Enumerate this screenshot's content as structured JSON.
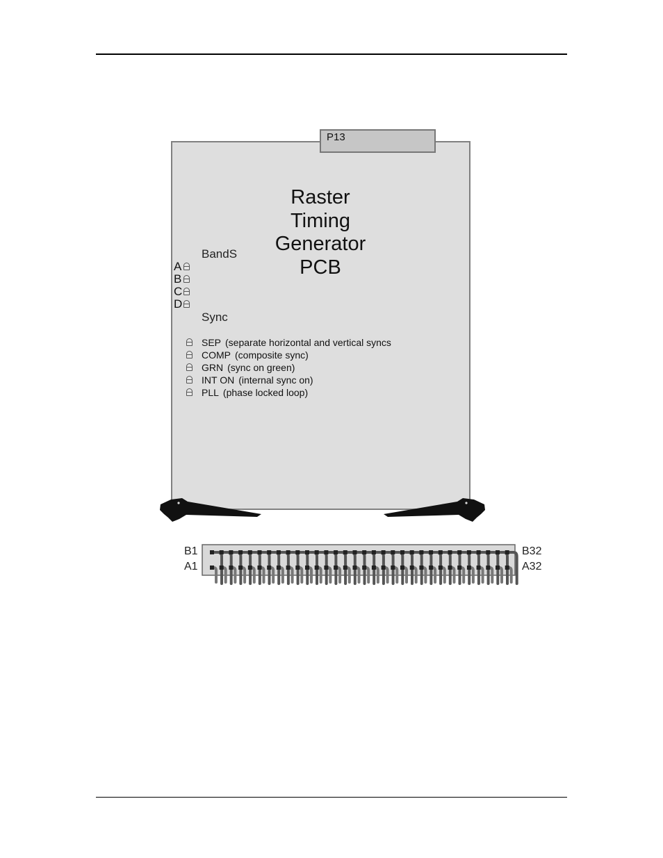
{
  "connector_tab": {
    "label": "P13"
  },
  "title_lines": [
    "Raster",
    "Timing",
    "Generator",
    "PCB"
  ],
  "bands": {
    "heading": "BandS",
    "items": [
      "A",
      "B",
      "C",
      "D"
    ]
  },
  "sync": {
    "heading": "Sync",
    "items": [
      {
        "code": "SEP",
        "desc": "(separate horizontal and vertical syncs"
      },
      {
        "code": "COMP",
        "desc": "(composite sync)"
      },
      {
        "code": "GRN",
        "desc": "(sync on green)"
      },
      {
        "code": "INT ON",
        "desc": "(internal sync on)"
      },
      {
        "code": "PLL",
        "desc": "(phase locked loop)"
      }
    ]
  },
  "pin_labels": {
    "b_first": "B1",
    "a_first": "A1",
    "b_last": "B32",
    "a_last": "A32"
  },
  "pin_count": 32,
  "colors": {
    "board": "#dedede",
    "tab": "#c6c6c6",
    "pins": "#555555",
    "ejector": "#111111"
  }
}
